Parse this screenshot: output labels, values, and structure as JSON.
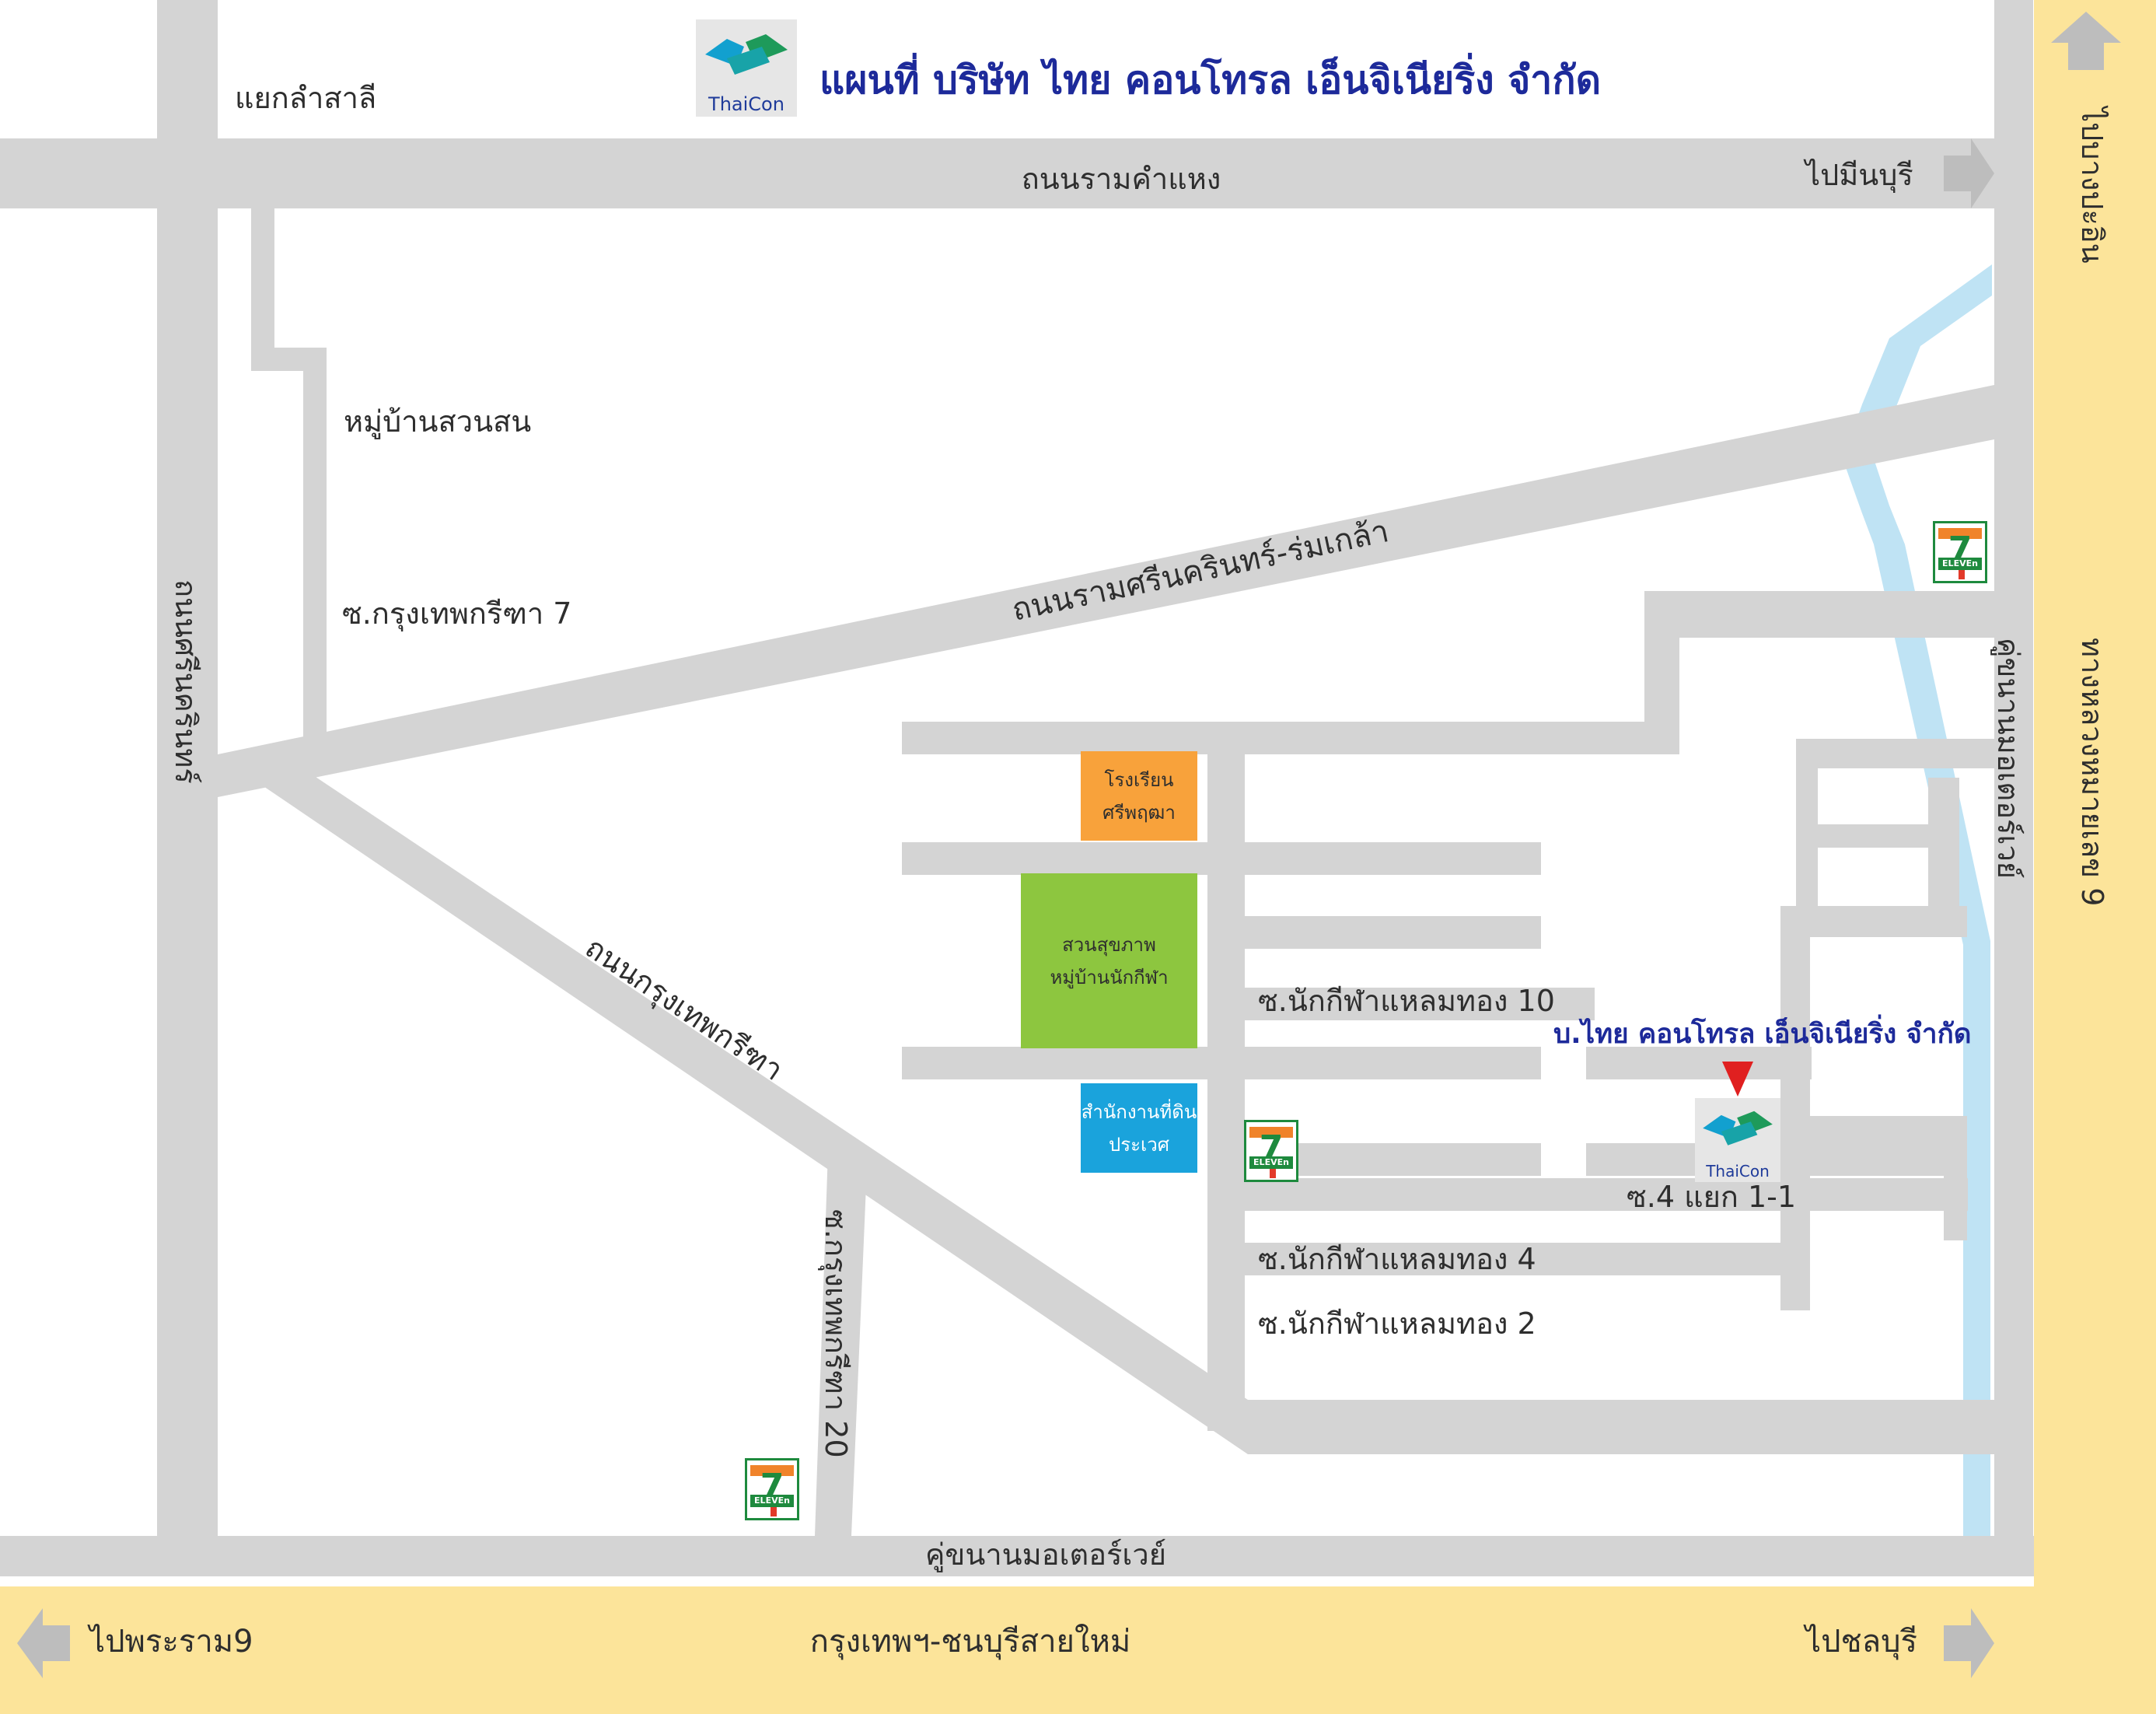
{
  "title": "แผนที่ บริษัท ไทย คอนโทรล เอ็นจิเนียริ่ง จำกัด",
  "company_marker": {
    "label": "บ.ไทย คอนโทรล เอ็นจิเนียริ่ง จำกัด",
    "logo_text": "ThaiCon",
    "marker_color": "#e02020"
  },
  "header_logo_text": "ThaiCon",
  "labels": {
    "intersection": "แยกลำสาลี",
    "ramkhamhaeng_rd": "ถนนรามคำแหง",
    "to_minburi": "ไปมีนบุรี",
    "to_bangplee": "ไปบางปะอิน",
    "village_suanson": "หมู่บ้านสวนสน",
    "soi_krungthep_kreetha_7": "ซ.กรุงเทพกรีฑา 7",
    "srinakarin_rd": "ถนนศรีนครินทร์",
    "romklao_rd": "ถนนรามศรีนครินทร์-ร่มเกล้า",
    "motorway_frontage_vertical": "คู่ขนานมอเตอร์เวย์",
    "highway_9": "ทางหลวงหมายเลข 9",
    "krungthep_kreetha_rd": "ถนนกรุงเทพกรีฑา",
    "soi_nakkeela_10": "ซ.นักกีฬาแหลมทอง 10",
    "soi_4_branch_1_1": "ซ.4 แยก 1-1",
    "soi_nakkeela_4": "ซ.นักกีฬาแหลมทอง 4",
    "soi_nakkeela_2": "ซ.นักกีฬาแหลมทอง 2",
    "soi_krungthep_kreetha_20": "ซ.กรุงเทพกรีฑา 20",
    "motorway_frontage": "คู่ขนานมอเตอร์เวย์",
    "to_rama9": "ไปพระราม9",
    "bkk_chonburi_new": "กรุงเทพฯ-ชนบุรีสายใหม่",
    "to_chonburi": "ไปชลบุรี"
  },
  "landmarks": {
    "school": {
      "line1": "โรงเรียน",
      "line2": "ศรีพฤฒา",
      "color": "#f8a23b"
    },
    "park": {
      "line1": "สวนสุขภาพ",
      "line2": "หมู่บ้านนักกีฬา",
      "color": "#8dc63f"
    },
    "land_office": {
      "line1": "สำนักงานที่ดิน",
      "line2": "ประเวศ",
      "color": "#1aa3dc"
    }
  },
  "seven_eleven_text": "ELEVEn",
  "colors": {
    "road": "#d4d4d4",
    "highway": "#fce49a",
    "canal": "#bfe3f4",
    "title": "#1d2a9a"
  }
}
